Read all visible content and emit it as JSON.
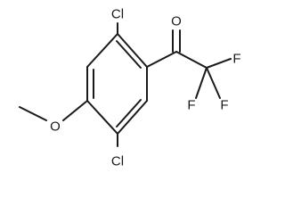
{
  "molecule": {
    "atom_labels": {
      "chlorine_top": "Cl",
      "chlorine_bottom": "Cl",
      "oxygen_carbonyl": "O",
      "oxygen_methoxy": "O",
      "fluorine_right": "F",
      "fluorine_lower_left": "F",
      "fluorine_lower_right": "F"
    }
  }
}
